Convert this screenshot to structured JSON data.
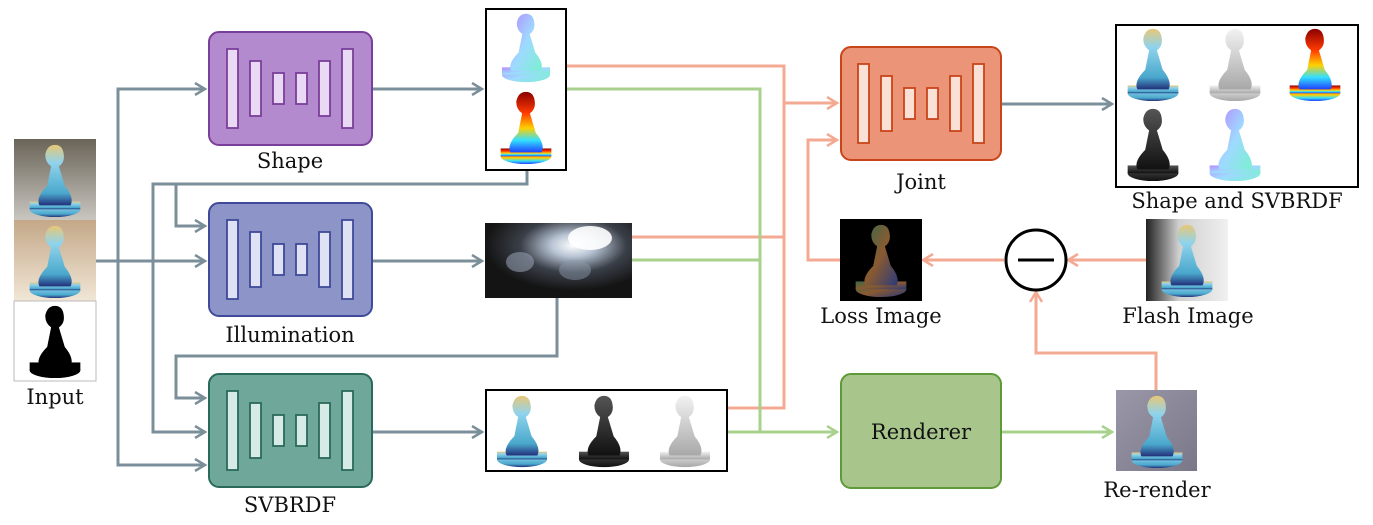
{
  "labels": {
    "input": "Input",
    "shape": "Shape",
    "illumination": "Illumination",
    "svbrdf": "SVBRDF",
    "joint": "Joint",
    "shape_and_svbrdf": "Shape and SVBRDF",
    "loss_image": "Loss Image",
    "flash_image": "Flash Image",
    "renderer": "Renderer",
    "re_render": "Re-render"
  },
  "colors": {
    "grey_arrow": "#7b8f9a",
    "orange_arrow": "#f3a992",
    "green_arrow": "#a9d18e",
    "shape_net": "#b48ace",
    "illumination_net": "#8d95c8",
    "svbrdf_net": "#6fa89a",
    "joint_net": "#eb9478",
    "renderer": "#a8c68c"
  },
  "icons": {
    "subtract": "minus-circle-icon"
  }
}
